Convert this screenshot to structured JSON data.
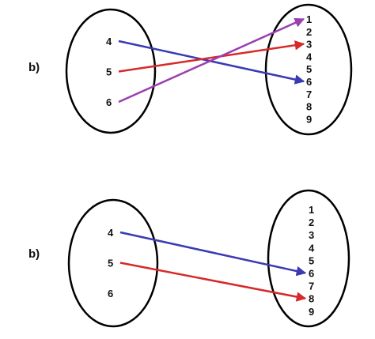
{
  "diagrams": [
    {
      "part_label": "b)",
      "domain": [
        "4",
        "5",
        "6"
      ],
      "codomain": [
        "1",
        "2",
        "3",
        "4",
        "5",
        "6",
        "7",
        "8",
        "9"
      ],
      "mappings": [
        {
          "from": "4",
          "to": "6",
          "color": "#3a3ab4"
        },
        {
          "from": "5",
          "to": "3",
          "color": "#d62a2a"
        },
        {
          "from": "6",
          "to": "1",
          "color": "#9a3fb0"
        }
      ]
    },
    {
      "part_label": "b)",
      "domain": [
        "4",
        "5",
        "6"
      ],
      "codomain": [
        "1",
        "2",
        "3",
        "4",
        "5",
        "6",
        "7",
        "8",
        "9"
      ],
      "mappings": [
        {
          "from": "4",
          "to": "6",
          "color": "#3a3ab4"
        },
        {
          "from": "5",
          "to": "8",
          "color": "#d62a2a"
        }
      ]
    }
  ]
}
